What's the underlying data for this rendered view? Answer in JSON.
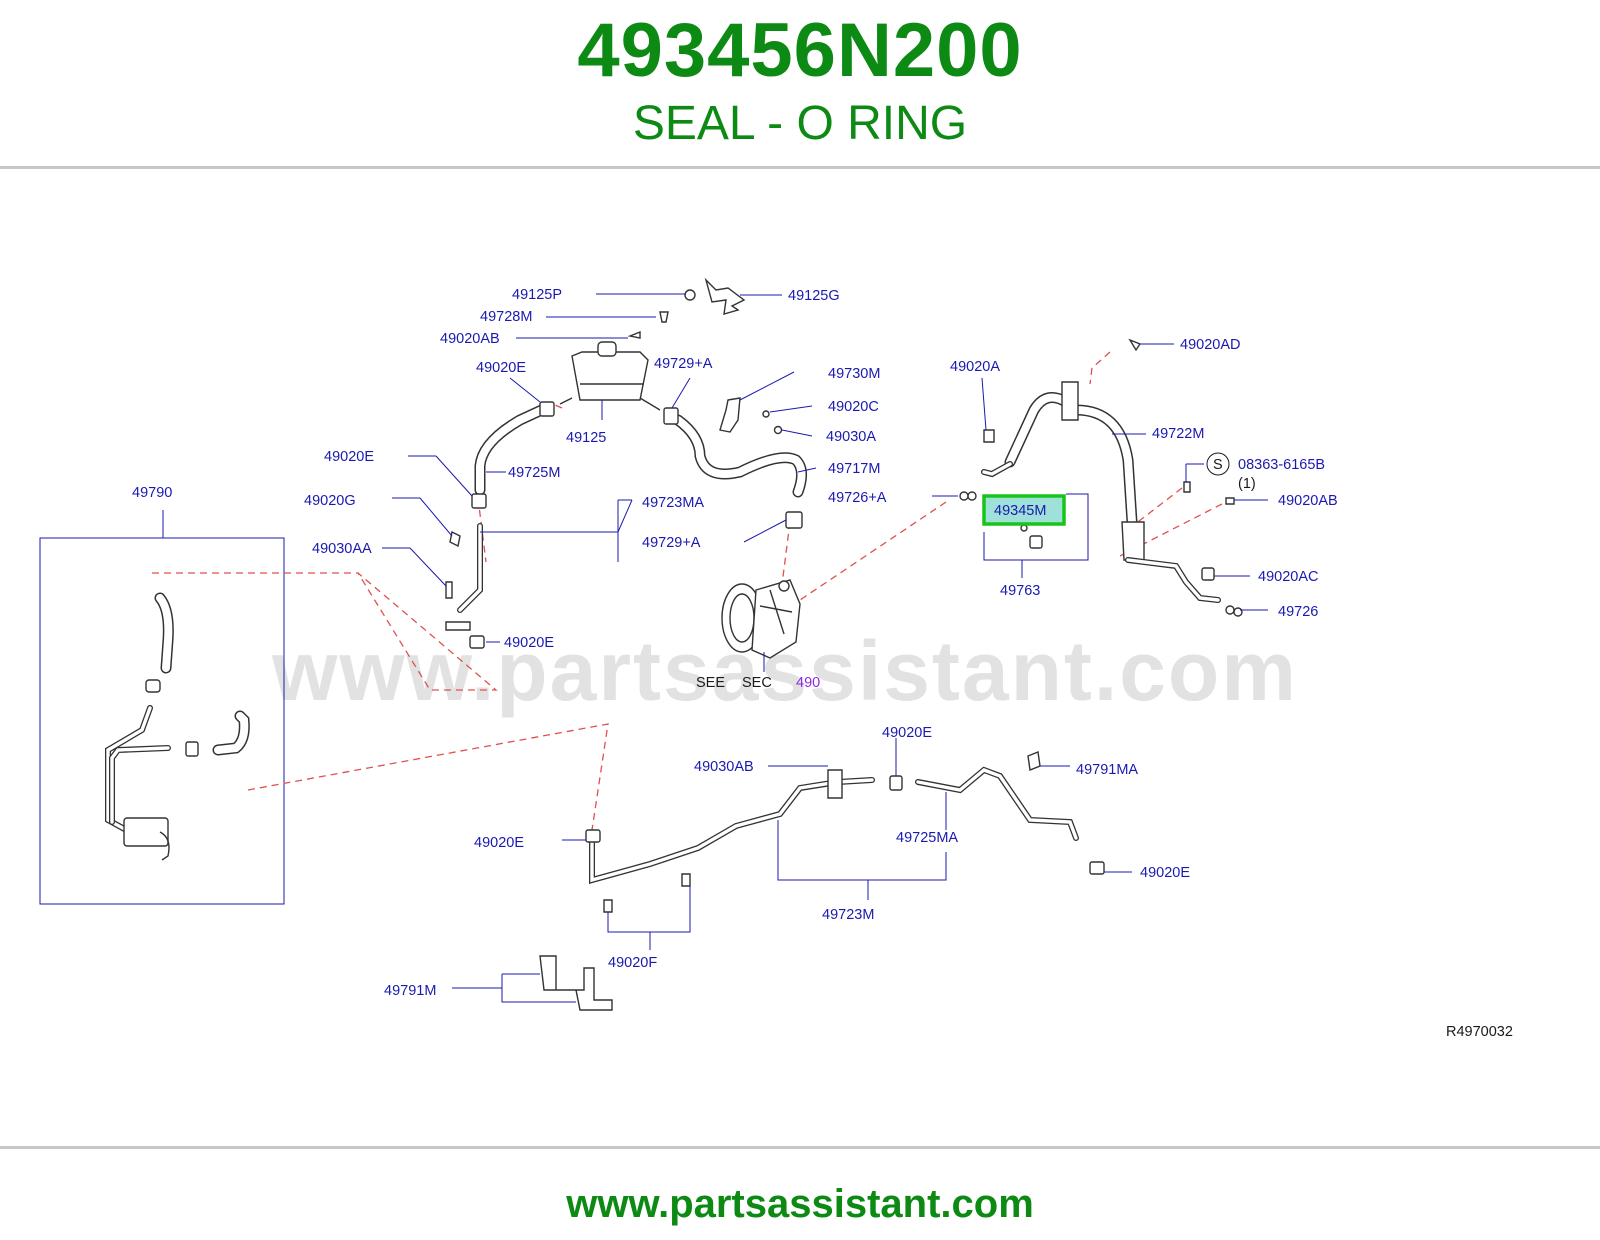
{
  "header": {
    "part_number": "493456N200",
    "description": "SEAL - O RING"
  },
  "footer": {
    "url": "www.partsassistant.com"
  },
  "watermark": "www.partsassistant.com",
  "diagram": {
    "ref_code": "R4970032",
    "see_label": "SEE",
    "sec_label": "SEC",
    "sec_number": "490",
    "highlighted_part": "49345M",
    "labels": {
      "p49125P": "49125P",
      "p49125G": "49125G",
      "p49728M": "49728M",
      "p49020AB_top": "49020AB",
      "p49020E_a": "49020E",
      "p49729A_a": "49729+A",
      "p49730M": "49730M",
      "p49020C": "49020C",
      "p49125": "49125",
      "p49030A": "49030A",
      "p49020E_b": "49020E",
      "p49725M": "49725M",
      "p49717M": "49717M",
      "p49020G": "49020G",
      "p49723MA": "49723MA",
      "p49726A": "49726+A",
      "p49030AA": "49030AA",
      "p49729A_b": "49729+A",
      "p49020E_c": "49020E",
      "p49790": "49790",
      "p49020A": "49020A",
      "p49020AD": "49020AD",
      "p49722M": "49722M",
      "p08363": "08363-6165B",
      "p08363_qty": "(1)",
      "s_symbol": "S",
      "p49020AB_right": "49020AB",
      "p49345M": "49345M",
      "p49763": "49763",
      "p49020AC": "49020AC",
      "p49726": "49726",
      "p49020E_d": "49020E",
      "p49030AB": "49030AB",
      "p49791MA": "49791MA",
      "p49725MA": "49725MA",
      "p49020E_e": "49020E",
      "p49020E_f": "49020E",
      "p49723M": "49723M",
      "p49020F": "49020F",
      "p49791M": "49791M"
    }
  },
  "colors": {
    "title_green": "#0d8a14",
    "label_blue": "#1a1ab0",
    "highlight_green": "#18c418",
    "highlight_fill": "#9fe0d8",
    "dashed_red": "#e05050"
  }
}
